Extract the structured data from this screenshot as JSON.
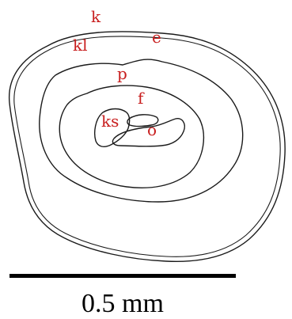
{
  "labels": {
    "k": "k",
    "kl": "kl",
    "e": "e",
    "p": "p",
    "f": "f",
    "ks": "ks",
    "o": "o"
  },
  "colors": {
    "label": "#c81e1e",
    "line": "#1a1a1a"
  },
  "scale_bar": {
    "text": "0.5 mm"
  }
}
